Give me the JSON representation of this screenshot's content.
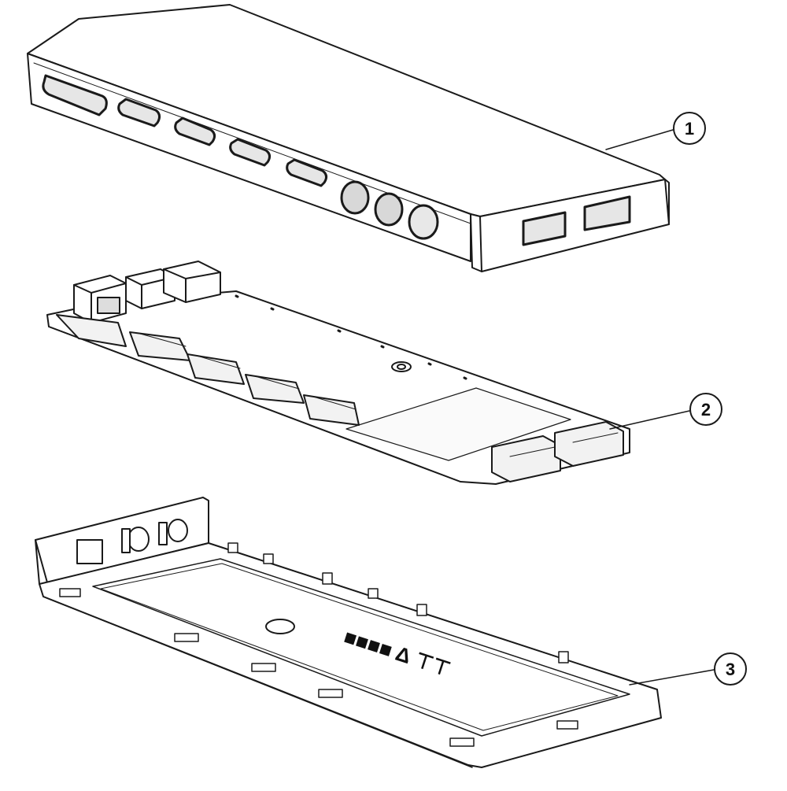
{
  "callouts": [
    {
      "label": "1"
    },
    {
      "label": "2"
    },
    {
      "label": "3"
    }
  ],
  "base_embossed_text": "■■■■ Δ ⊤⊤",
  "colors": {
    "line": "#1a1a1a",
    "shade": "#cfcfcf",
    "fill": "#ffffff"
  }
}
